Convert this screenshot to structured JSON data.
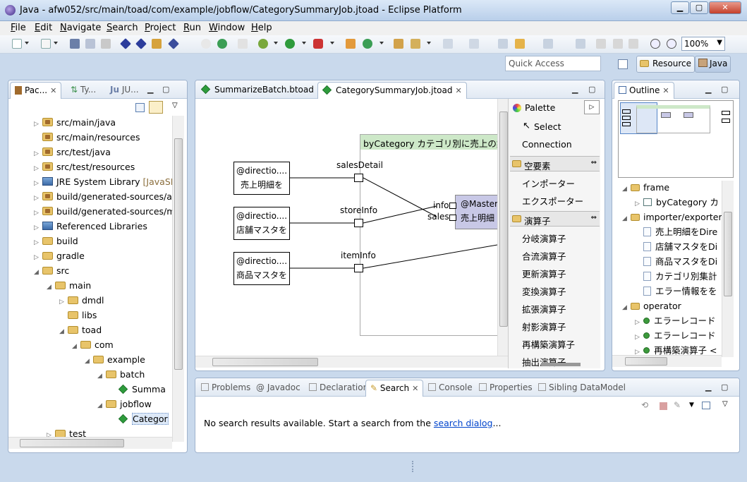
{
  "window": {
    "title": "Java - afw052/src/main/toad/com/example/jobflow/CategorySummaryJob.jtoad - Eclipse Platform"
  },
  "menu": [
    "File",
    "Edit",
    "Navigate",
    "Search",
    "Project",
    "Run",
    "Window",
    "Help"
  ],
  "toolbar": {
    "zoom": "100%"
  },
  "quick_access": {
    "placeholder": "Quick Access"
  },
  "perspectives": {
    "resource": "Resource",
    "java": "Java"
  },
  "left_panel": {
    "tabs": [
      "Pac...",
      "Ty...",
      "JU..."
    ],
    "tree": [
      {
        "label": "src/main/java",
        "indent": 0,
        "icon": "pkgf",
        "tw": "▷"
      },
      {
        "label": "src/main/resources",
        "indent": 0,
        "icon": "pkgf",
        "tw": ""
      },
      {
        "label": "src/test/java",
        "indent": 0,
        "icon": "pkgf",
        "tw": "▷"
      },
      {
        "label": "src/test/resources",
        "indent": 0,
        "icon": "pkgf",
        "tw": "▷"
      },
      {
        "label": "JRE System Library",
        "extra": "[JavaSE",
        "indent": 0,
        "icon": "lib",
        "tw": "▷"
      },
      {
        "label": "build/generated-sources/an",
        "indent": 0,
        "icon": "pkgf",
        "tw": "▷"
      },
      {
        "label": "build/generated-sources/mo",
        "indent": 0,
        "icon": "pkgf",
        "tw": "▷"
      },
      {
        "label": "Referenced Libraries",
        "indent": 0,
        "icon": "lib",
        "tw": "▷"
      },
      {
        "label": "build",
        "indent": 0,
        "icon": "folder",
        "tw": "▷"
      },
      {
        "label": "gradle",
        "indent": 0,
        "icon": "folder",
        "tw": "▷"
      },
      {
        "label": "src",
        "indent": 0,
        "icon": "folder",
        "tw": "◢"
      },
      {
        "label": "main",
        "indent": 1,
        "icon": "folder",
        "tw": "◢"
      },
      {
        "label": "dmdl",
        "indent": 2,
        "icon": "folder",
        "tw": "▷"
      },
      {
        "label": "libs",
        "indent": 2,
        "icon": "folder",
        "tw": ""
      },
      {
        "label": "toad",
        "indent": 2,
        "icon": "folder",
        "tw": "◢"
      },
      {
        "label": "com",
        "indent": 3,
        "icon": "folder",
        "tw": "◢"
      },
      {
        "label": "example",
        "indent": 4,
        "icon": "folder",
        "tw": "◢"
      },
      {
        "label": "batch",
        "indent": 5,
        "icon": "folder",
        "tw": "◢"
      },
      {
        "label": "Summa",
        "indent": 6,
        "icon": "gem",
        "tw": ""
      },
      {
        "label": "jobflow",
        "indent": 5,
        "icon": "folder",
        "tw": "◢"
      },
      {
        "label": "Categor",
        "indent": 6,
        "icon": "gem",
        "tw": "",
        "selected": true
      },
      {
        "label": "test",
        "indent": 1,
        "icon": "folder",
        "tw": "▷"
      }
    ]
  },
  "editor": {
    "tabs": [
      "SummarizeBatch.btoad",
      "CategorySummaryJob.jtoad"
    ],
    "frame_title": "byCategory カテゴリ別に売上の集",
    "nodes": [
      {
        "line1": "@directio....",
        "line2": "売上明細を",
        "port": "salesDetail"
      },
      {
        "line1": "@directio....",
        "line2": "店舗マスタを",
        "port": "storeInfo"
      },
      {
        "line1": "@directio....",
        "line2": "商品マスタを",
        "port": "itemInfo"
      }
    ],
    "operator": {
      "line1": "@Master",
      "line2": "売上明細",
      "in1": "info",
      "in2": "sales"
    }
  },
  "palette": {
    "title": "Palette",
    "tools": [
      "Select",
      "Connection"
    ],
    "groups": [
      {
        "name": "空要素",
        "items": [
          "インポーター",
          "エクスポーター"
        ]
      },
      {
        "name": "演算子",
        "items": [
          "分岐演算子",
          "合流演算子",
          "更新演算子",
          "変換演算子",
          "拡張演算子",
          "射影演算子",
          "再構築演算子",
          "抽出演算子"
        ]
      }
    ]
  },
  "outline": {
    "tab": "Outline",
    "rows": [
      {
        "label": "frame",
        "indent": 0,
        "icon": "folder",
        "tw": "◢"
      },
      {
        "label": "byCategory カ",
        "indent": 1,
        "icon": "frm",
        "tw": "▷"
      },
      {
        "label": "importer/exporter",
        "indent": 0,
        "icon": "folder",
        "tw": "◢"
      },
      {
        "label": "売上明細をDire",
        "indent": 1,
        "icon": "doc",
        "tw": ""
      },
      {
        "label": "店舗マスタをDi",
        "indent": 1,
        "icon": "doc",
        "tw": ""
      },
      {
        "label": "商品マスタをDi",
        "indent": 1,
        "icon": "doc",
        "tw": ""
      },
      {
        "label": "カテゴリ別集計",
        "indent": 1,
        "icon": "doc",
        "tw": ""
      },
      {
        "label": "エラー情報をを",
        "indent": 1,
        "icon": "doc",
        "tw": ""
      },
      {
        "label": "operator",
        "indent": 0,
        "icon": "folder",
        "tw": "◢"
      },
      {
        "label": "エラーレコード",
        "indent": 1,
        "icon": "dot",
        "tw": "▷"
      },
      {
        "label": "エラーレコード",
        "indent": 1,
        "icon": "dot",
        "tw": "▷"
      },
      {
        "label": "再構築演算子 <",
        "indent": 1,
        "icon": "dot",
        "tw": "▷"
      }
    ]
  },
  "bottom_panel": {
    "tabs": [
      "Problems",
      "@ Javadoc",
      "Declaration",
      "Search",
      "Console",
      "Properties",
      "Sibling DataModel"
    ],
    "active_tab": "Search",
    "message_prefix": "No search results available. Start a search from the ",
    "link": "search dialog",
    "message_suffix": "..."
  },
  "colors": {
    "frame_header": "#cde8c8",
    "operator_fill": "#c8c8e6",
    "title_gradient": "#b9cfea"
  }
}
